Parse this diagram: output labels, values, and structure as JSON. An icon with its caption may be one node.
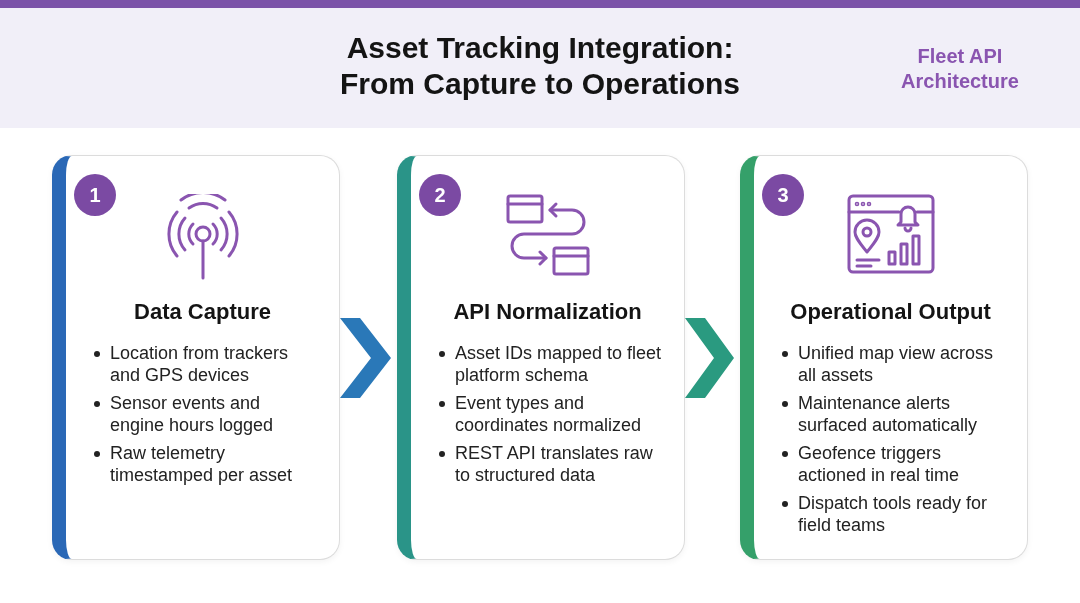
{
  "diagram": {
    "title": "Asset Tracking Integration: From Capture to Operations",
    "nodes": [
      {
        "text": [
          "1",
          "Data Capture",
          "Location from trackers and GPS devices",
          "Sensor events and engine hours logged",
          "Raw telemetry timestamped per asset"
        ]
      },
      {
        "text": [
          "2",
          "API Normalization",
          "Asset IDs mapped to fleet platform schema",
          "Event types and coordinates normalized",
          "REST API translates raw to structured data"
        ]
      },
      {
        "text": [
          "3",
          "Operational Output",
          "Unified map view across all assets",
          "Maintenance alerts surfaced automatically",
          "Geofence triggers actioned in real time",
          "Dispatch tools ready for field teams"
        ]
      }
    ],
    "edges": [
      {
        "from": 0,
        "to": 1,
        "arrow": "to"
      },
      {
        "from": 1,
        "to": 2,
        "arrow": "to"
      }
    ],
    "labels": [
      "Fleet API Architecture"
    ]
  }
}
